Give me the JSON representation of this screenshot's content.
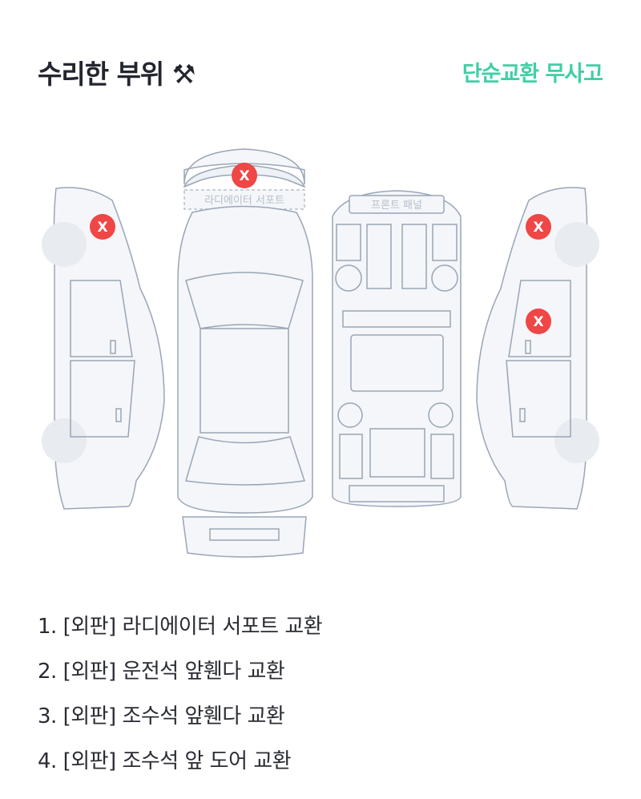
{
  "header": {
    "title": "수리한 부위",
    "title_icon": "hammer-and-wrench-emoji",
    "status_badge": "단순교환 무사고"
  },
  "diagram": {
    "labels": {
      "radiator_support": "라디에이터 서포트",
      "front_panel": "프론트 패널"
    },
    "marker_symbol": "X",
    "colors": {
      "marker": "#ef4646",
      "outline": "#9aa5b6",
      "fill": "#f4f6f9",
      "badge": "#3fcfa6"
    }
  },
  "repairs": [
    "1. [외판] 라디에이터 서포트 교환",
    "2. [외판] 운전석 앞휀다 교환",
    "3. [외판] 조수석 앞휀다 교환",
    "4. [외판] 조수석 앞 도어 교환"
  ]
}
